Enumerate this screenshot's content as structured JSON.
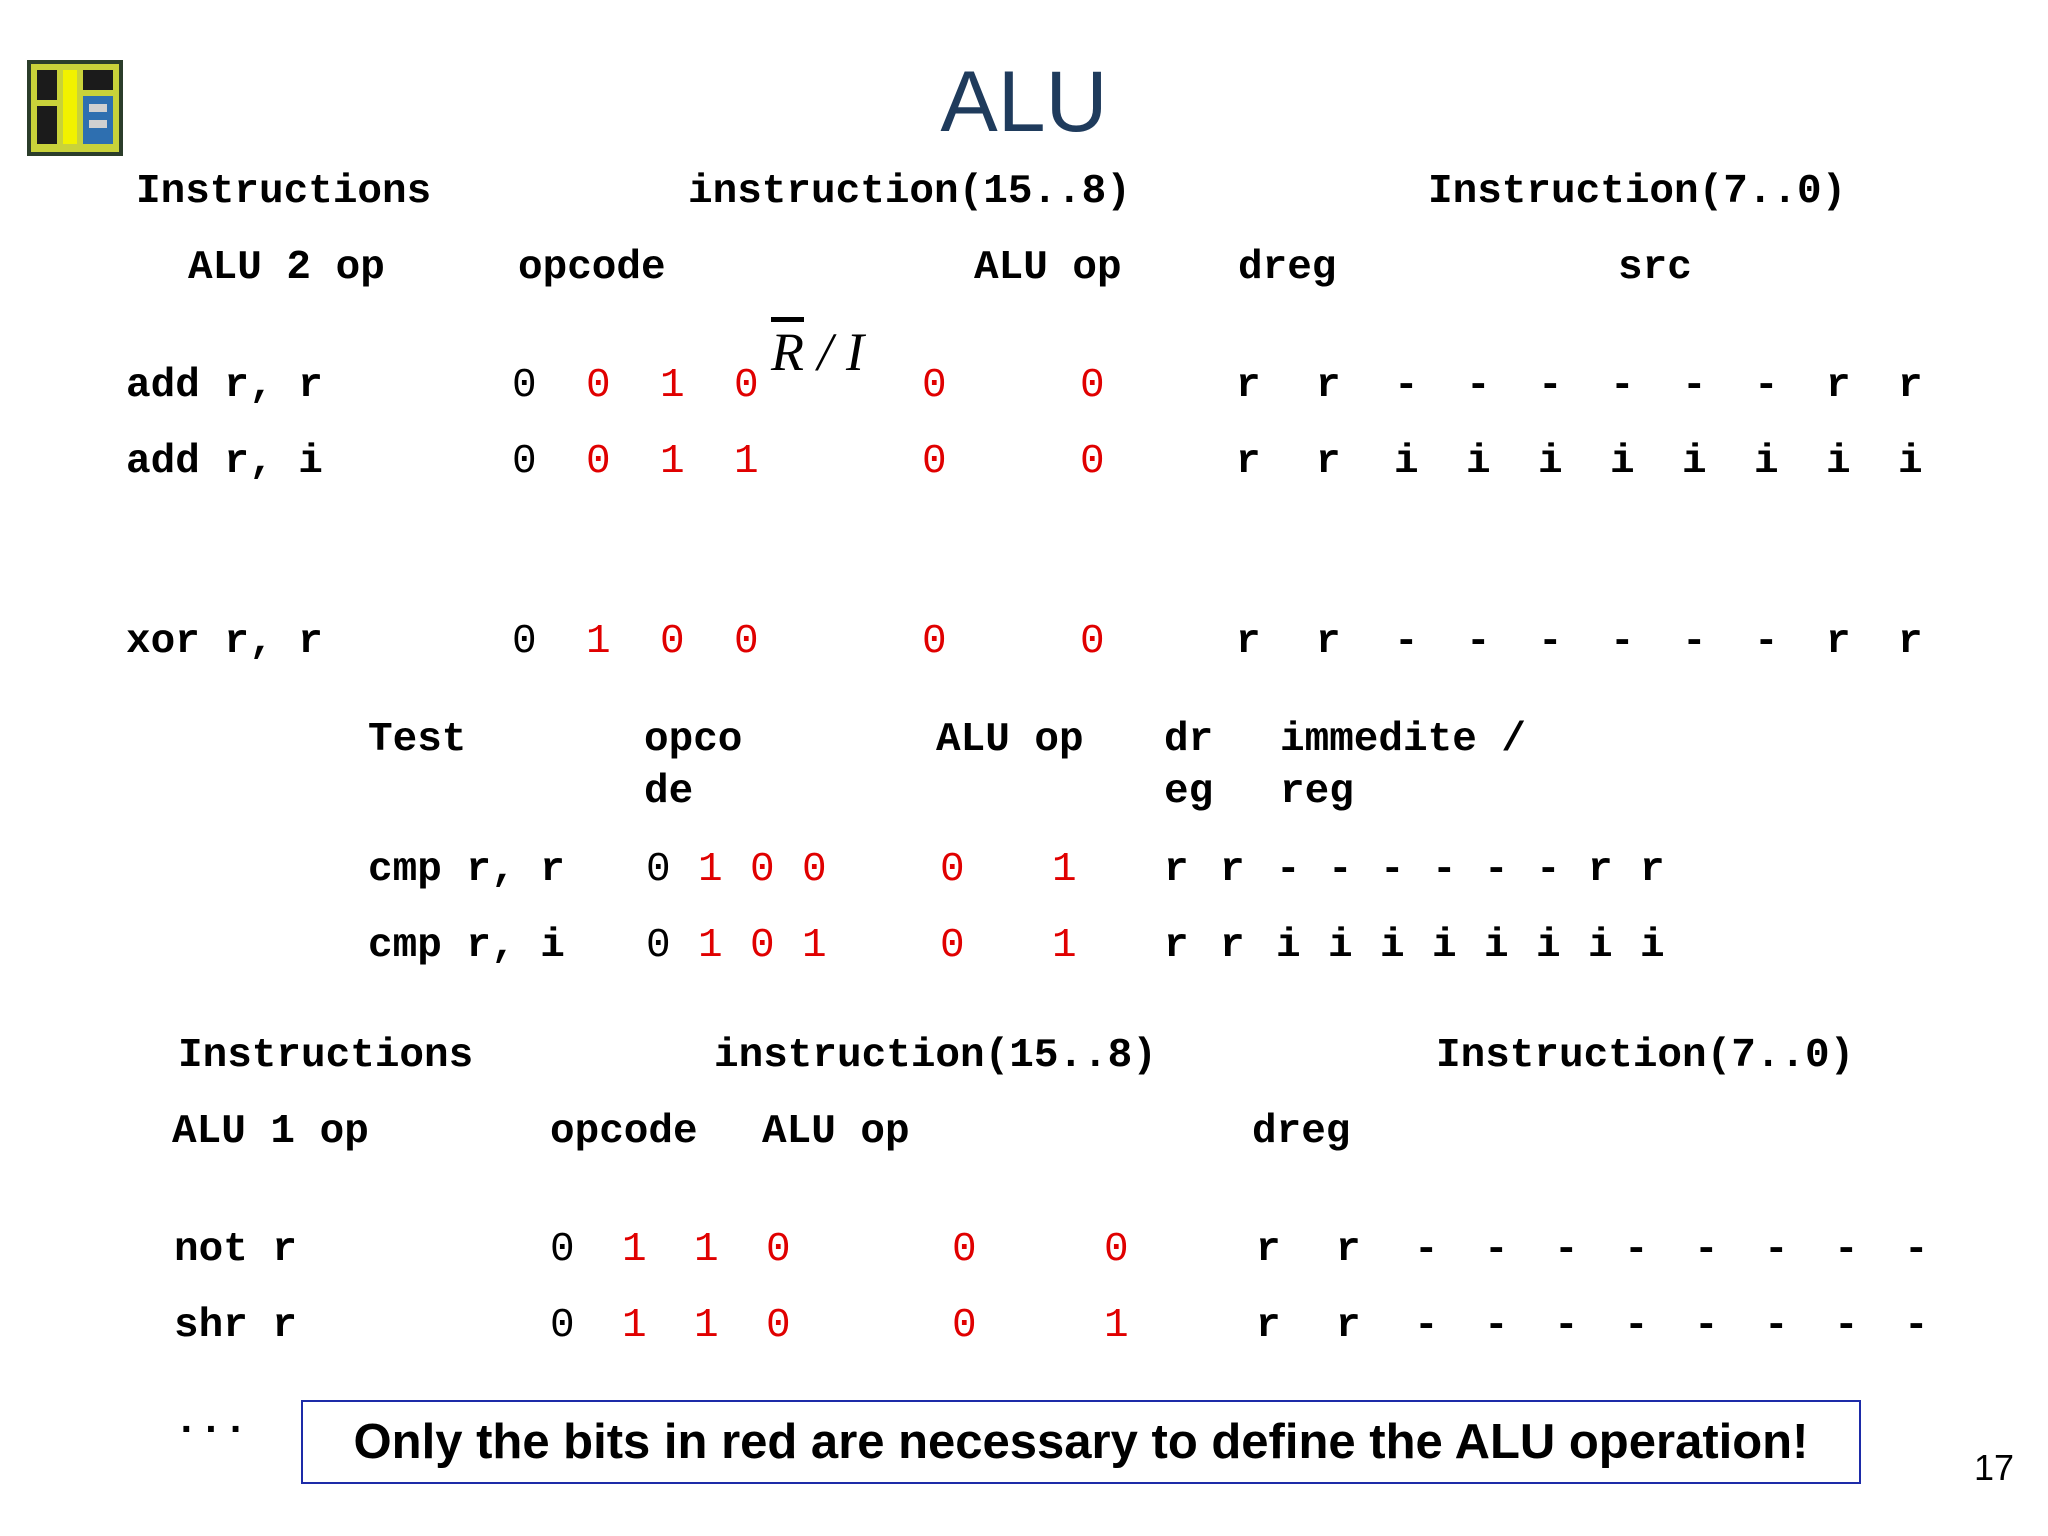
{
  "slide": {
    "title": "ALU",
    "page_number": "17",
    "logo": "chip-logo-icon",
    "ellipsis": "...",
    "note": "Only the bits in red are necessary to define the ALU operation!"
  },
  "colors": {
    "title": "#1f3b5c",
    "bit_red": "#e00000",
    "note_border": "#1d2ba8"
  },
  "alu2": {
    "header": {
      "col1": "Instructions",
      "col2": "instruction(15..8)",
      "col3": "Instruction(7..0)"
    },
    "subheader": {
      "kind": "ALU 2 op",
      "opcode": "opcode",
      "ri_R": "R",
      "ri_rest": " / I",
      "aluop": "ALU op",
      "dreg": "dreg",
      "src": "src"
    },
    "rows": [
      {
        "label": "add r, r",
        "bits": [
          "0",
          "0",
          "1",
          "0",
          "0",
          "0",
          "r",
          "r",
          "-",
          "-",
          "-",
          "-",
          "-",
          "-",
          "r",
          "r"
        ]
      },
      {
        "label": "add r, i",
        "bits": [
          "0",
          "0",
          "1",
          "1",
          "0",
          "0",
          "r",
          "r",
          "i",
          "i",
          "i",
          "i",
          "i",
          "i",
          "i",
          "i"
        ]
      },
      {
        "label": "xor r, r",
        "bits": [
          "0",
          "1",
          "0",
          "0",
          "0",
          "0",
          "r",
          "r",
          "-",
          "-",
          "-",
          "-",
          "-",
          "-",
          "r",
          "r"
        ]
      }
    ]
  },
  "test": {
    "header": {
      "kind": "Test",
      "opcode_1": "opco",
      "opcode_2": "de",
      "aluop": "ALU op",
      "dreg_1": "dr",
      "dreg_2": "eg",
      "imm_1": "immedite /",
      "imm_2": "reg"
    },
    "rows": [
      {
        "label": "cmp r, r",
        "bits": [
          "0",
          "1",
          "0",
          "0",
          "0",
          "1",
          "r",
          "r",
          "-",
          "-",
          "-",
          "-",
          "-",
          "-",
          "r",
          "r"
        ]
      },
      {
        "label": "cmp r, i",
        "bits": [
          "0",
          "1",
          "0",
          "1",
          "0",
          "1",
          "r",
          "r",
          "i",
          "i",
          "i",
          "i",
          "i",
          "i",
          "i",
          "i"
        ]
      }
    ]
  },
  "alu1": {
    "header": {
      "col1": "Instructions",
      "col2": "instruction(15..8)",
      "col3": "Instruction(7..0)"
    },
    "subheader": {
      "kind": "ALU 1 op",
      "opcode": "opcode",
      "aluop": "ALU op",
      "dreg": "dreg"
    },
    "rows": [
      {
        "label": "not r",
        "bits": [
          "0",
          "1",
          "1",
          "0",
          "0",
          "0",
          "r",
          "r",
          "-",
          "-",
          "-",
          "-",
          "-",
          "-",
          "-",
          "-"
        ]
      },
      {
        "label": "shr r",
        "bits": [
          "0",
          "1",
          "1",
          "0",
          "0",
          "1",
          "r",
          "r",
          "-",
          "-",
          "-",
          "-",
          "-",
          "-",
          "-",
          "-"
        ]
      }
    ]
  }
}
